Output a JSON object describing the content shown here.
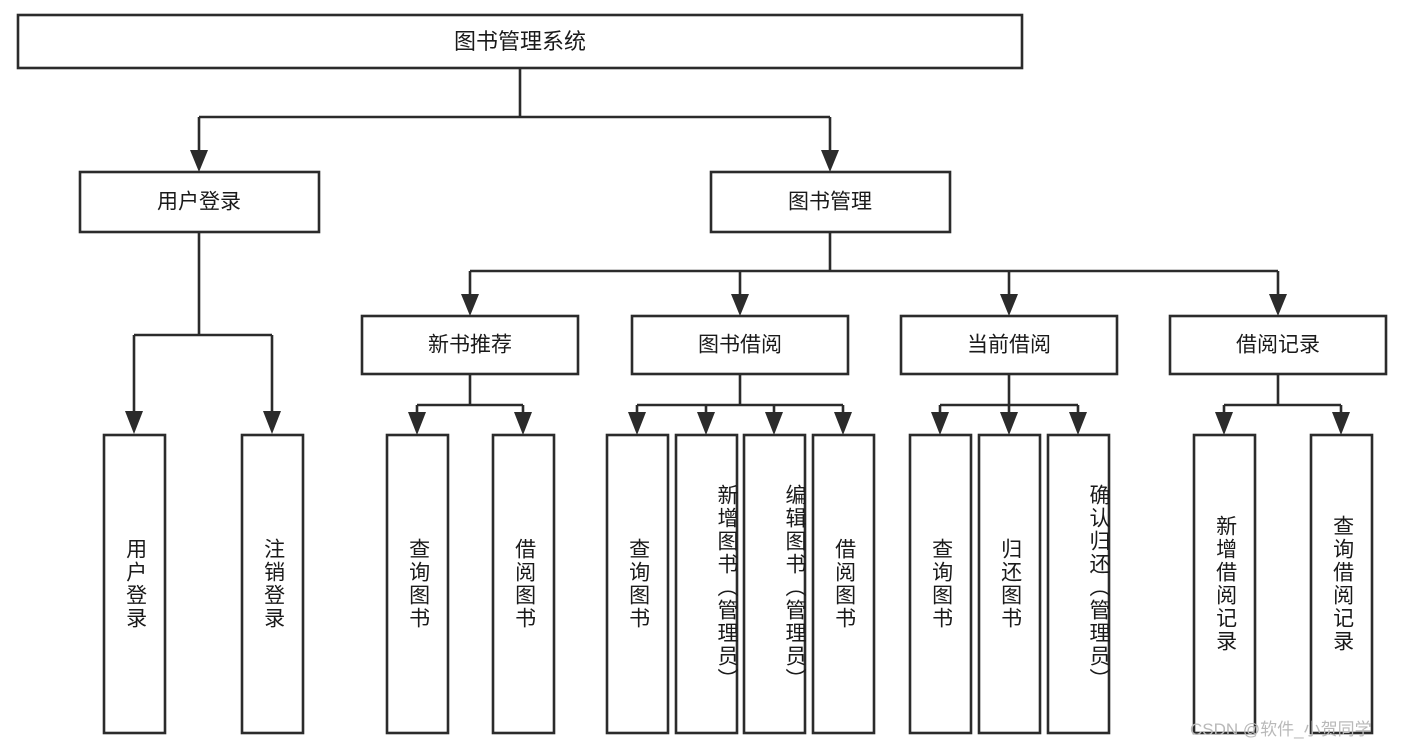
{
  "diagram": {
    "title": "图书管理系统",
    "type": "hierarchy-tree",
    "watermark": "CSDN @软件_小贺同学",
    "colors": {
      "stroke": "#2b2b2b",
      "box_fill": "#ffffff",
      "text": "#1a1a1a",
      "background": "#ffffff",
      "watermark": "#b9b9b9"
    },
    "root": {
      "label": "图书管理系统"
    },
    "level2": [
      {
        "label": "用户登录"
      },
      {
        "label": "图书管理"
      }
    ],
    "level3": [
      {
        "label": "新书推荐"
      },
      {
        "label": "图书借阅"
      },
      {
        "label": "当前借阅"
      },
      {
        "label": "借阅记录"
      }
    ],
    "leaves": {
      "user_login": [
        {
          "label": "用户登录"
        },
        {
          "label": "注销登录"
        }
      ],
      "new_book_recommend": [
        {
          "label": "查询图书"
        },
        {
          "label": "借阅图书"
        }
      ],
      "book_borrow": [
        {
          "label": "查询图书"
        },
        {
          "label": "新增图书（管理员）"
        },
        {
          "label": "编辑图书（管理员）"
        },
        {
          "label": "借阅图书"
        }
      ],
      "current_borrow": [
        {
          "label": "查询图书"
        },
        {
          "label": "归还图书"
        },
        {
          "label": "确认归还（管理员）"
        }
      ],
      "borrow_record": [
        {
          "label": "新增借阅记录"
        },
        {
          "label": "查询借阅记录"
        }
      ]
    }
  }
}
